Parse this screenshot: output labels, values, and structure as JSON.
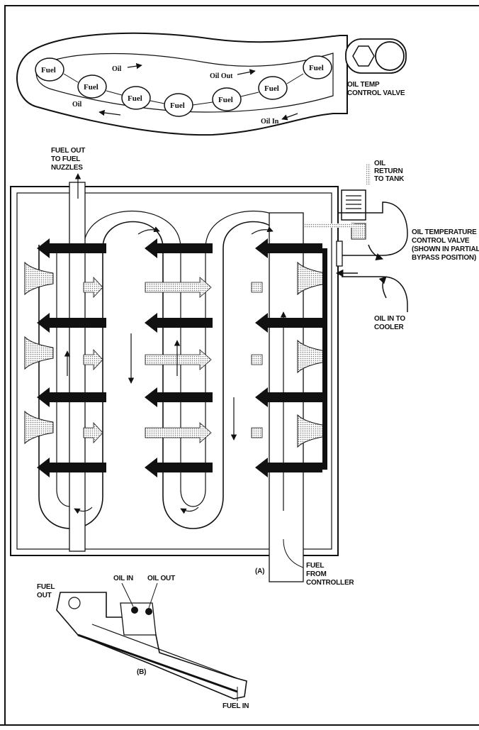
{
  "top_diagram": {
    "fuel_label": "Fuel",
    "oil_labels": [
      "Oil",
      "Oil",
      "Oil Out",
      "Oil In"
    ],
    "valve_label_line1": "OIL TEMP",
    "valve_label_line2": "CONTROL VALVE"
  },
  "diagram_a": {
    "caption": "(A)",
    "fuel_out_line1": "FUEL OUT",
    "fuel_out_line2": "TO FUEL",
    "fuel_out_line3": "NUZZLES",
    "oil_return_line1": "OIL",
    "oil_return_line2": "RETURN",
    "oil_return_line3": "TO TANK",
    "valve_line1": "OIL TEMPERATURE",
    "valve_line2": "CONTROL VALVE",
    "valve_line3": "(SHOWN IN PARTIAL",
    "valve_line4": "BYPASS POSITION)",
    "oil_in_line1": "OIL IN TO",
    "oil_in_line2": "COOLER",
    "fuel_from_line1": "FUEL",
    "fuel_from_line2": "FROM",
    "fuel_from_line3": "CONTROLLER"
  },
  "diagram_b": {
    "caption": "(B)",
    "fuel_out_line1": "FUEL",
    "fuel_out_line2": "OUT",
    "oil_in": "OIL IN",
    "oil_out": "OIL OUT",
    "fuel_in": "FUEL IN"
  }
}
